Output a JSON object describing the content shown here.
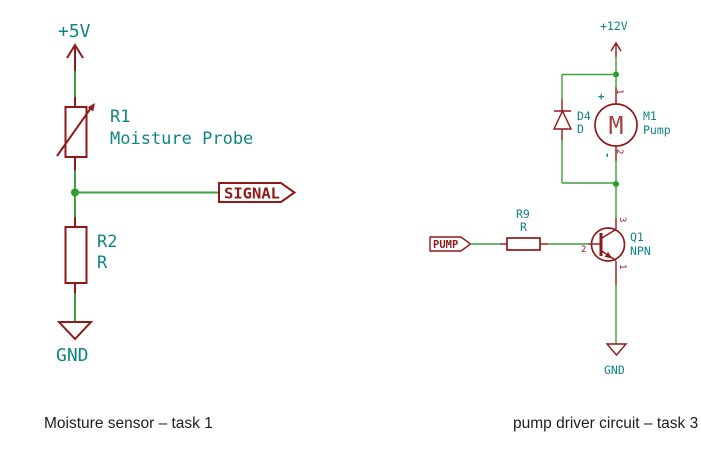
{
  "colors": {
    "wire-green": "#3da13d",
    "junction-green": "#2a9a2a",
    "symbol-red": "#8e1a1a",
    "symbol-light": "#a34545",
    "field-teal": "#0f8585",
    "caption-black": "#1e1e1e",
    "background": "#ffffff"
  },
  "left_circuit": {
    "power_flag": "+5V",
    "r1_ref": "R1",
    "r1_value": "Moisture Probe",
    "signal_label": "SIGNAL",
    "r2_ref": "R2",
    "r2_value": "R",
    "gnd_label": "GND",
    "caption": "Moisture sensor – task 1"
  },
  "right_circuit": {
    "power_flag": "+12V",
    "d4_ref": "D4",
    "d4_value": "D",
    "motor_ref": "M1",
    "motor_value": "Pump",
    "motor_letter": "M",
    "motor_plus": "+",
    "motor_minus": "-",
    "motor_pin1": "1",
    "motor_pin2": "2",
    "r9_ref": "R9",
    "r9_value": "R",
    "pump_label": "PUMP",
    "q1_ref": "Q1",
    "q1_value": "NPN",
    "q1_pin1": "1",
    "q1_pin2": "2",
    "q1_pin3": "3",
    "gnd_label": "GND",
    "caption": "pump driver circuit – task 3"
  }
}
